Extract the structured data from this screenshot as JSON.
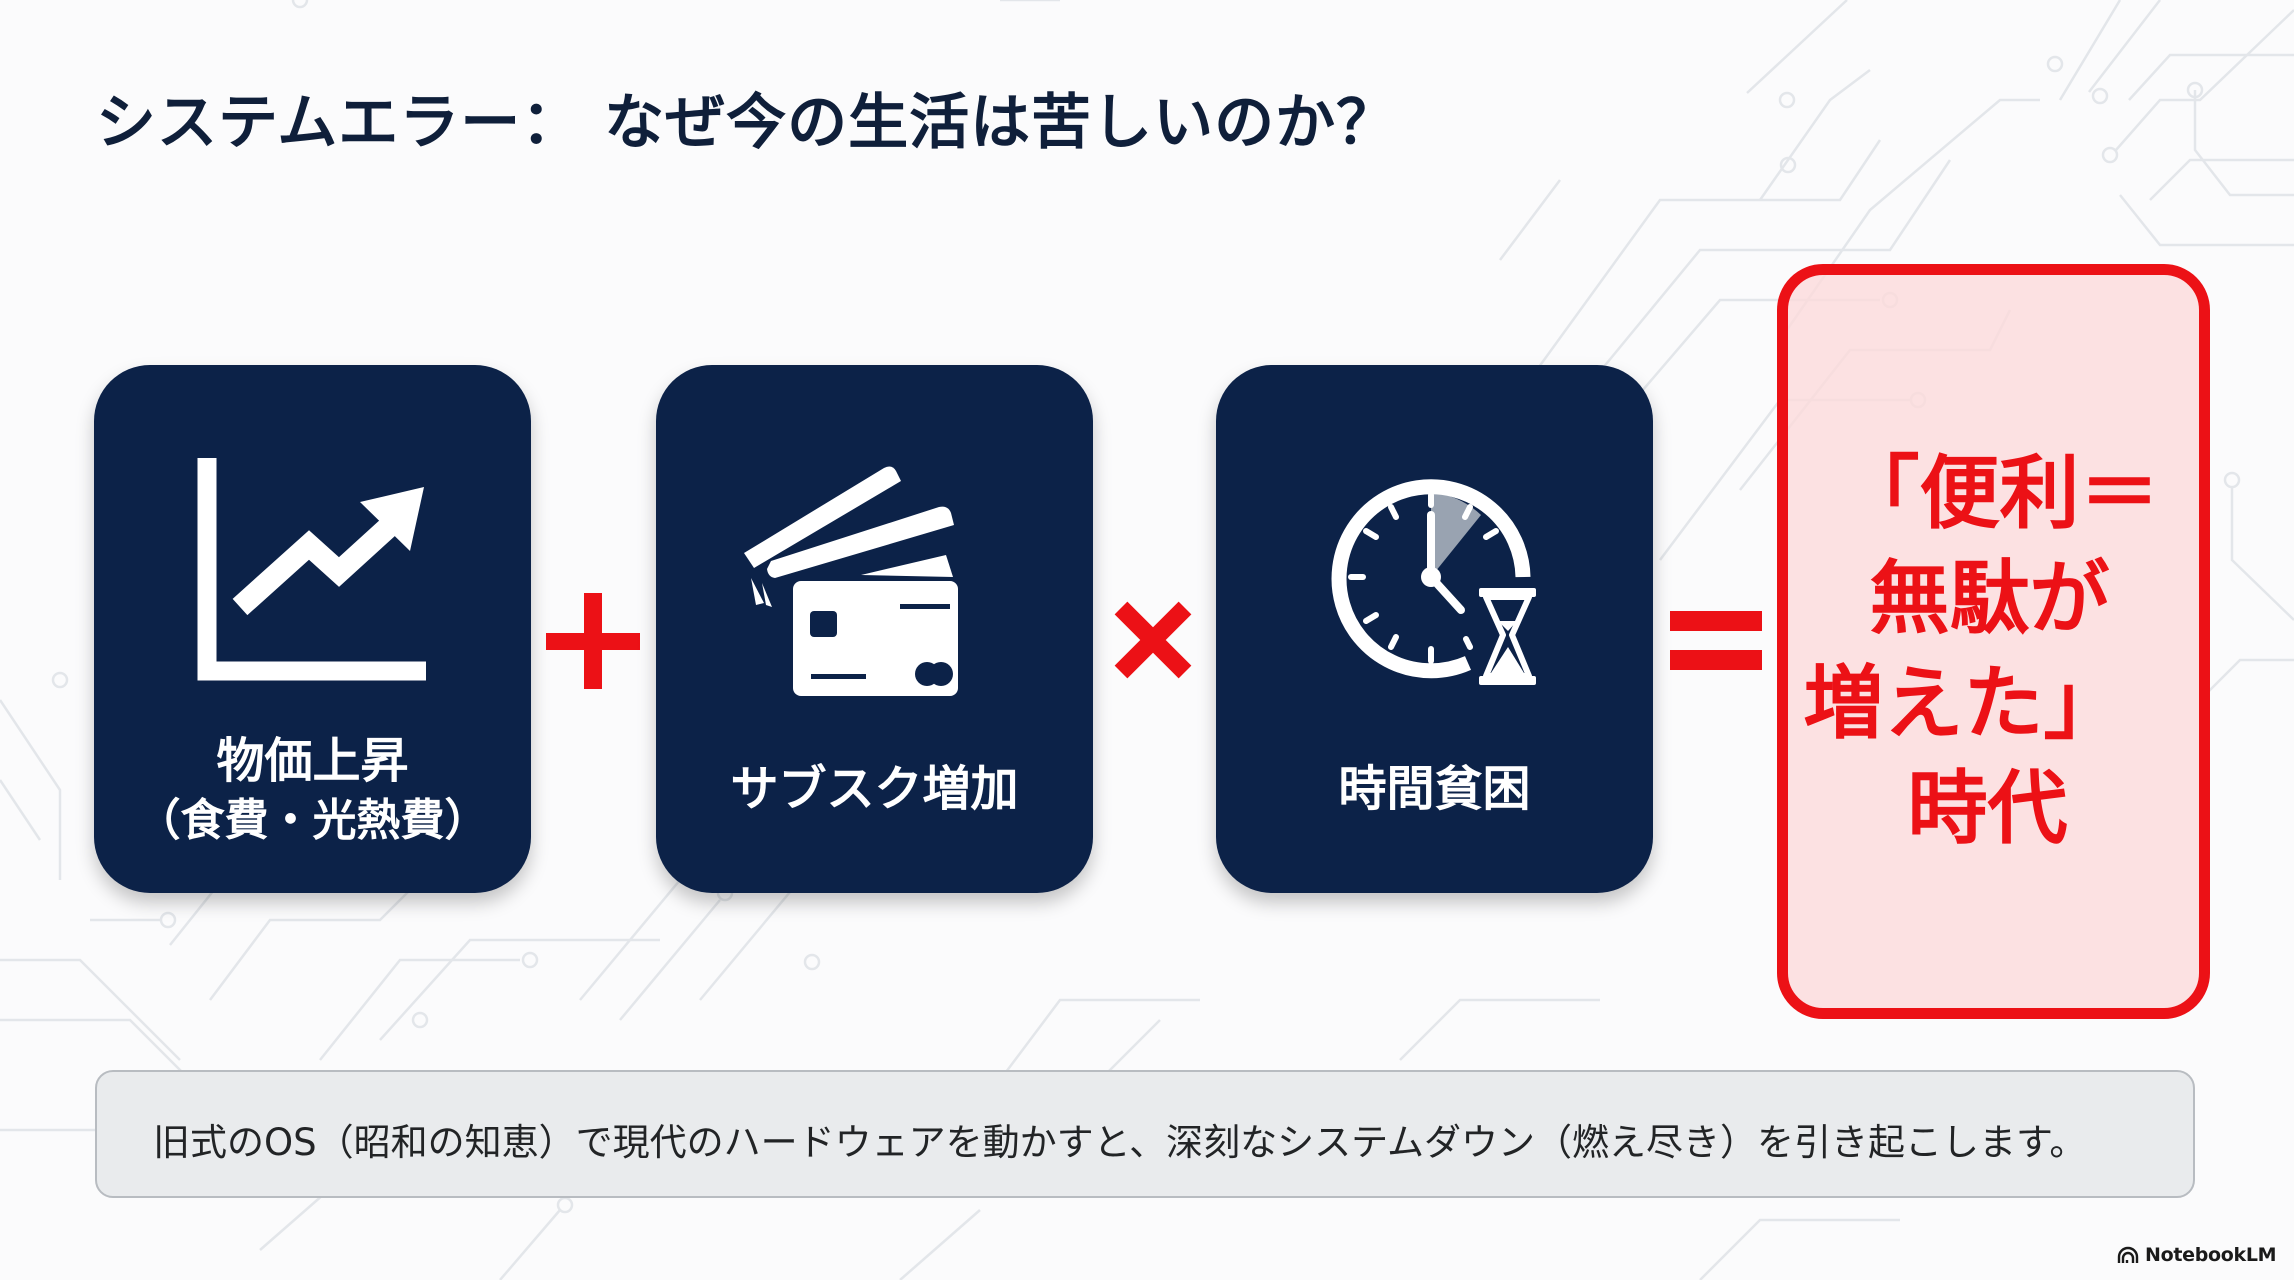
{
  "slide": {
    "title": "システムエラー： なぜ今の生活は苦しいのか？",
    "colors": {
      "title": "#0f1f3a",
      "card_bg": "#0c2248",
      "accent_red": "#ec1116",
      "result_fill": "#fddada",
      "note_bg": "#e9ebed"
    },
    "cards": [
      {
        "icon": "rising-chart-icon",
        "label_line1": "物価上昇",
        "label_line2": "（食費・光熱費）"
      },
      {
        "icon": "credit-cards-icon",
        "label_line1": "サブスク増加"
      },
      {
        "icon": "clock-hourglass-icon",
        "label_line1": "時間貧困"
      }
    ],
    "operators": {
      "plus": "＋",
      "times": "×",
      "equals": "＝"
    },
    "result": {
      "lines": [
        "「便利＝",
        "無駄が",
        "増えた」",
        "時代"
      ]
    },
    "note": {
      "text": "旧式のOS（昭和の知恵）で現代のハードウェアを動かすと、深刻なシステムダウン（燃え尽き）を引き起こします。"
    },
    "brand": {
      "icon": "notebooklm-logo-icon",
      "label": "NotebookLM"
    }
  }
}
